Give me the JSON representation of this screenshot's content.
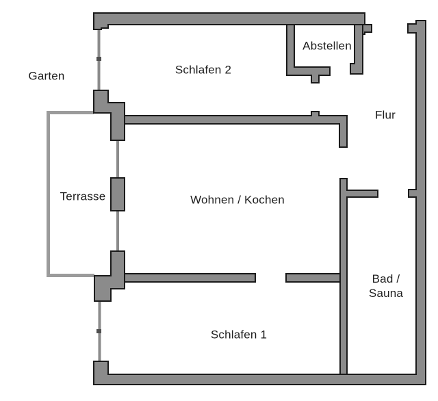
{
  "meta": {
    "type": "floor-plan",
    "description": "Apartment floor plan with garden, terrace, two bedrooms, living/kitchen, hallway, storage and bath/sauna"
  },
  "colors": {
    "background": "#ffffff",
    "wall_fill": "#8b8b8b",
    "wall_outline": "#1a1a1a",
    "terrace_line": "#9b9b9b",
    "window_line": "#8b8b8b",
    "tick": "#4f4f4f",
    "text": "#1d1d1d"
  },
  "rooms": {
    "garten": {
      "label": "Garten"
    },
    "schlafen2": {
      "label": "Schlafen 2"
    },
    "abstellen": {
      "label": "Abstellen"
    },
    "flur": {
      "label": "Flur"
    },
    "terrasse": {
      "label": "Terrasse"
    },
    "wohnen_kochen": {
      "label": "Wohnen / Kochen"
    },
    "bad_sauna": {
      "label": "Bad / Sauna",
      "lines": [
        "Bad /",
        "Sauna"
      ]
    },
    "schlafen1": {
      "label": "Schlafen 1"
    }
  }
}
